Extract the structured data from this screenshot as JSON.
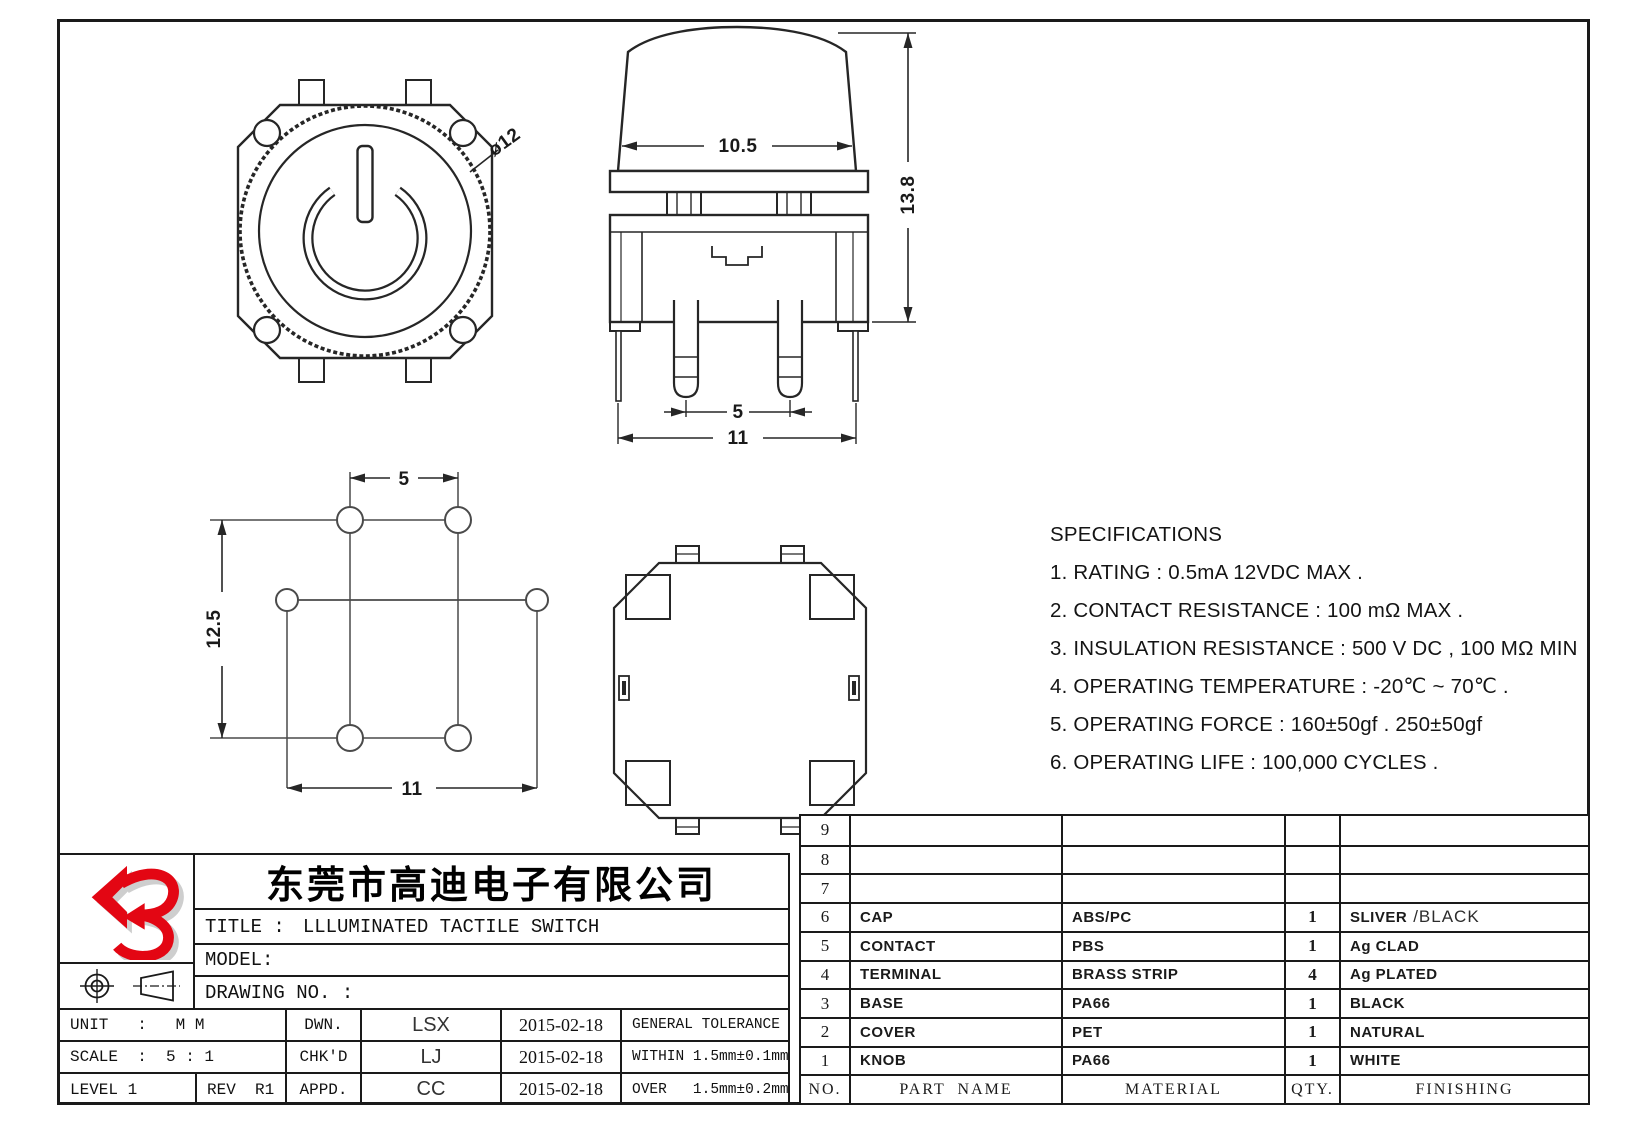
{
  "sheet": {
    "background": "#ffffff",
    "line_color": "#262626",
    "accent_red": "#e30613"
  },
  "dimensions": {
    "front_diameter": "ø12",
    "side_cap_width": "10.5",
    "side_height": "13.8",
    "side_pin_pitch": "5",
    "side_outer_pitch": "11",
    "pcb_hole_pitch": "5",
    "pcb_row_pitch": "12.5",
    "pcb_outer_pitch": "11"
  },
  "specifications": {
    "title": "SPECIFICATIONS",
    "items": [
      "1. RATING : 0.5mA 12VDC MAX .",
      "2. CONTACT RESISTANCE : 100 mΩ MAX .",
      "3. INSULATION RESISTANCE : 500 V DC , 100 MΩ MIN",
      "4. OPERATING TEMPERATURE : -20℃ ~ 70℃ .",
      "5. OPERATING FORCE : 160±50gf . 250±50gf",
      "6. OPERATING LIFE : 100,000 CYCLES ."
    ]
  },
  "title_block": {
    "company": "东莞市高迪电子有限公司",
    "title_label": "TITLE :",
    "title_value": "LLLUMINATED TACTILE SWITCH",
    "model_label": "MODEL:",
    "drawing_no_label": "DRAWING NO. :",
    "unit": "UNIT   :   M M",
    "scale": "SCALE  :  5 : 1",
    "level": "LEVEL 1",
    "rev": "REV  R1",
    "drawn_label": "DWN.",
    "drawn_by": "LSX",
    "drawn_date": "2015-02-18",
    "checked_label": "CHK'D",
    "checked_by": "LJ",
    "checked_date": "2015-02-18",
    "approved_label": "APPD.",
    "approved_by": "CC",
    "approved_date": "2015-02-18",
    "tolerance_title": "GENERAL TOLERANCE",
    "tolerance_within": "WITHIN 1.5mm±0.1mm",
    "tolerance_over": "OVER   1.5mm±0.2mm"
  },
  "parts_table": {
    "headers": {
      "no": "NO.",
      "part": "PART  NAME",
      "material": "MATERIAL",
      "qty": "QTY.",
      "finishing": "FINISHING"
    },
    "rows": [
      {
        "no": "9",
        "part": "",
        "material": "",
        "qty": "",
        "finishing": ""
      },
      {
        "no": "8",
        "part": "",
        "material": "",
        "qty": "",
        "finishing": ""
      },
      {
        "no": "7",
        "part": "",
        "material": "",
        "qty": "",
        "finishing": ""
      },
      {
        "no": "6",
        "part": "CAP",
        "material": "ABS/PC",
        "qty": "1",
        "finishing": "SLIVER",
        "finishing_extra": "/BLACK"
      },
      {
        "no": "5",
        "part": "CONTACT",
        "material": "PBS",
        "qty": "1",
        "finishing": "Ag CLAD"
      },
      {
        "no": "4",
        "part": "TERMINAL",
        "material": "BRASS STRIP",
        "qty": "4",
        "finishing": "Ag PLATED"
      },
      {
        "no": "3",
        "part": "BASE",
        "material": "PA66",
        "qty": "1",
        "finishing": "BLACK"
      },
      {
        "no": "2",
        "part": "COVER",
        "material": "PET",
        "qty": "1",
        "finishing": "NATURAL"
      },
      {
        "no": "1",
        "part": "KNOB",
        "material": "PA66",
        "qty": "1",
        "finishing": "WHITE"
      }
    ]
  }
}
